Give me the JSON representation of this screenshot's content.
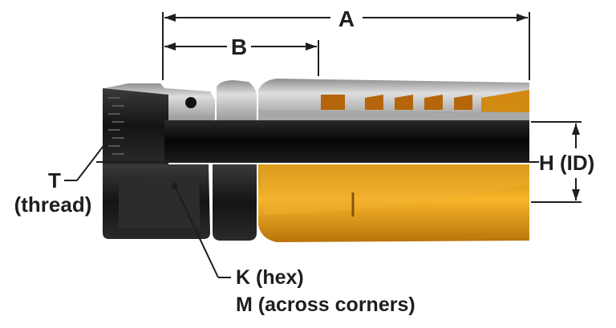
{
  "labels": {
    "a": "A",
    "b": "B",
    "t": "T",
    "t_sub": "(thread)",
    "h": "H (ID)",
    "k": "K (hex)",
    "m": "M (across corners)"
  },
  "colors": {
    "line": "#1e1e1e",
    "steel": "#b9b9b9",
    "brass": "#e8a011",
    "black_part": "#111111"
  }
}
